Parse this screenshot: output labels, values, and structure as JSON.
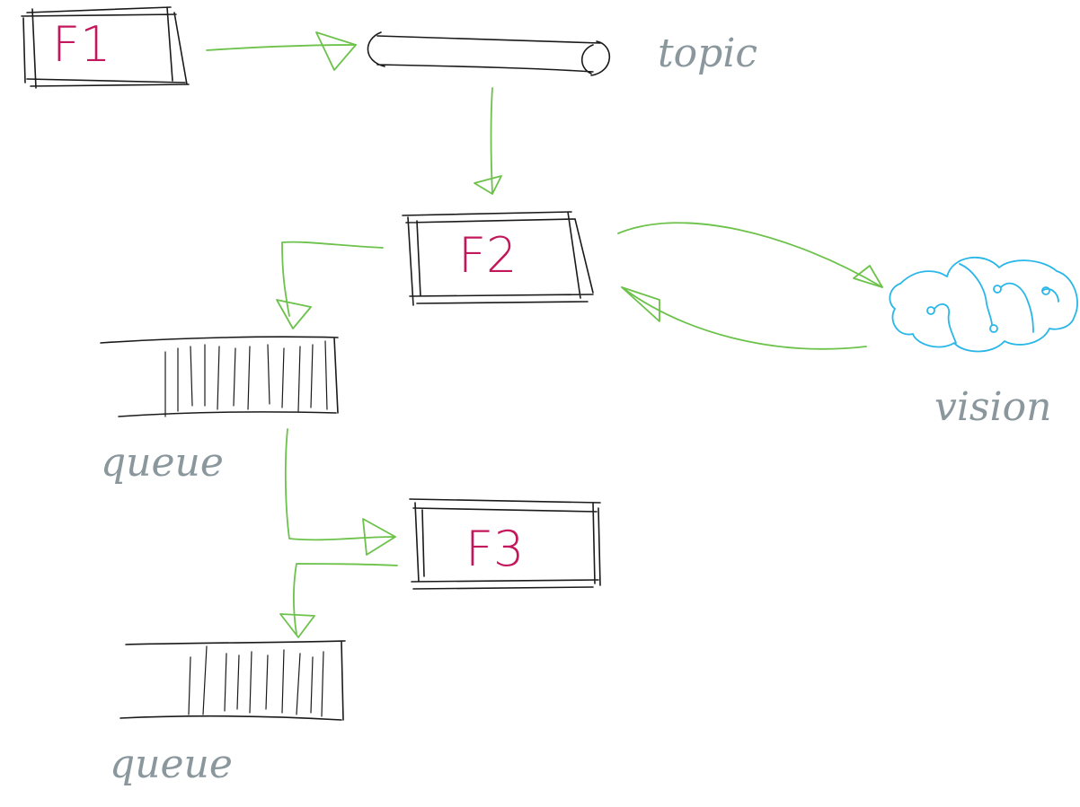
{
  "colors": {
    "ink": "#1a1a1a",
    "arrow": "#6cc24a",
    "function_label": "#c2185b",
    "note_text": "#8a979c",
    "cloud": "#29b6e8"
  },
  "nodes": {
    "f1": {
      "label": "F1"
    },
    "f2": {
      "label": "F2"
    },
    "f3": {
      "label": "F3"
    },
    "topic": {
      "label": "topic"
    },
    "vision": {
      "label": "vision"
    },
    "queue1": {
      "label": "queue"
    },
    "queue2": {
      "label": "queue"
    }
  },
  "edges": [
    {
      "from": "f1",
      "to": "topic"
    },
    {
      "from": "topic",
      "to": "f2"
    },
    {
      "from": "f2",
      "to": "vision"
    },
    {
      "from": "vision",
      "to": "f2"
    },
    {
      "from": "f2",
      "to": "queue1"
    },
    {
      "from": "queue1",
      "to": "f3"
    },
    {
      "from": "f3",
      "to": "queue2"
    }
  ]
}
